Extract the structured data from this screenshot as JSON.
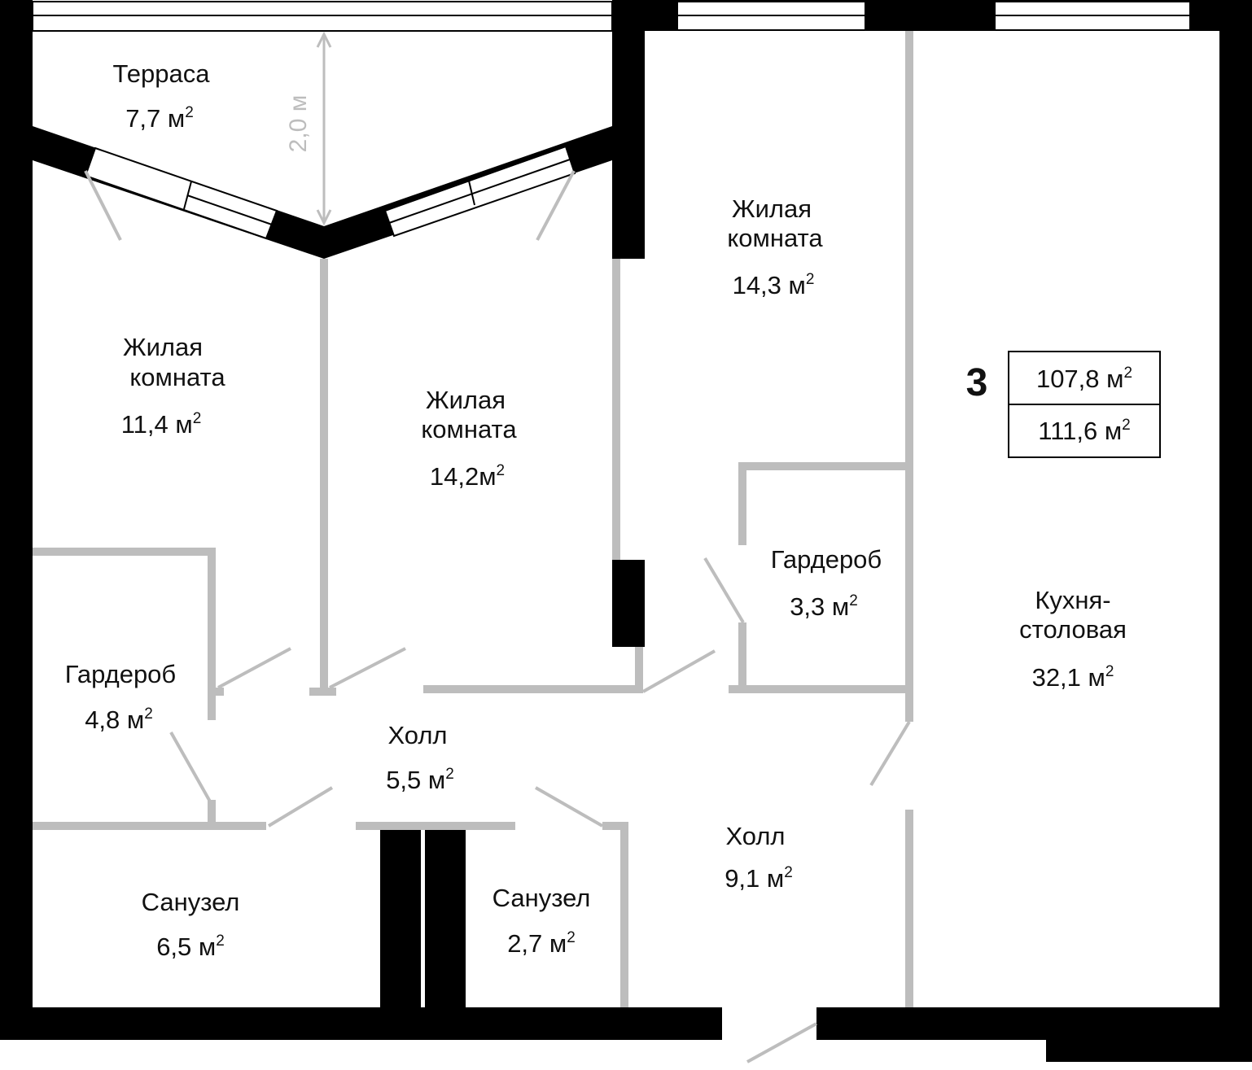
{
  "plan": {
    "apartment_rooms": "3",
    "area_living": "107,8 м",
    "area_total": "111,6 м",
    "unit_sup": "2",
    "dimension_label": "2,0 м"
  },
  "rooms": [
    {
      "name": "Терраса",
      "name2": "",
      "area": "7,7 м"
    },
    {
      "name": "Жилая",
      "name2": "комната",
      "area": "11,4 м"
    },
    {
      "name": "Жилая",
      "name2": "комната",
      "area": "14,2м"
    },
    {
      "name": "Жилая",
      "name2": "комната",
      "area": "14,3 м"
    },
    {
      "name": "Гардероб",
      "name2": "",
      "area": "3,3 м"
    },
    {
      "name": "Кухня-",
      "name2": "столовая",
      "area": "32,1 м"
    },
    {
      "name": "Гардероб",
      "name2": "",
      "area": "4,8 м"
    },
    {
      "name": "Холл",
      "name2": "",
      "area": "5,5 м"
    },
    {
      "name": "Холл",
      "name2": "",
      "area": "9,1 м"
    },
    {
      "name": "Санузел",
      "name2": "",
      "area": "6,5 м"
    },
    {
      "name": "Санузел",
      "name2": "",
      "area": "2,7 м"
    }
  ]
}
